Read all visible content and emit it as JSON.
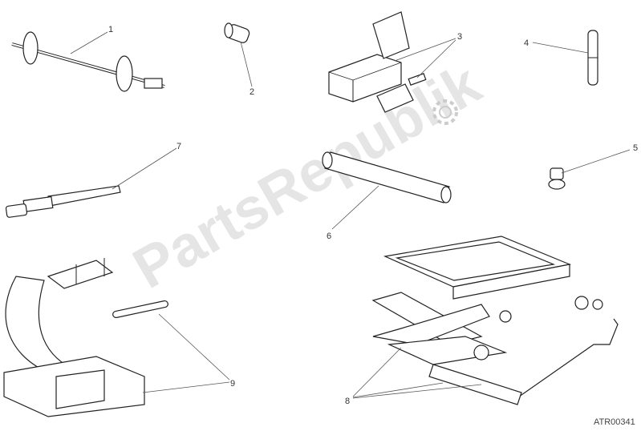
{
  "diagram": {
    "callouts": [
      "1",
      "2",
      "3",
      "4",
      "5",
      "6",
      "7",
      "8",
      "9"
    ],
    "drawing_code": "ATR00341",
    "watermark": "PartsRepublik",
    "watermark_icon": "gear-icon"
  }
}
